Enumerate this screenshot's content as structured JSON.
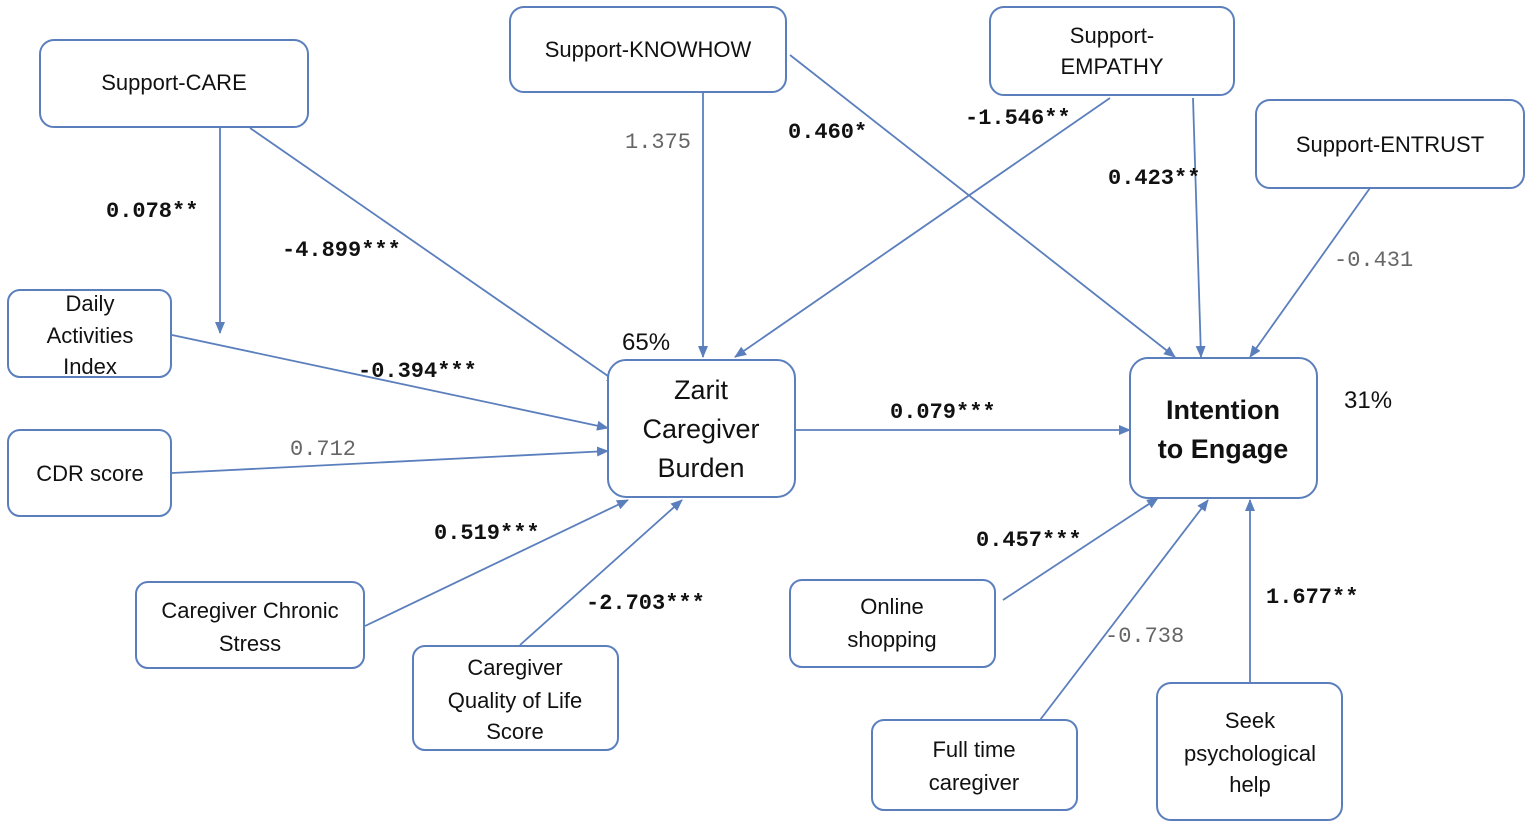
{
  "nodes": {
    "support_care": "Support-CARE",
    "support_knowhow": "Support-KNOWHOW",
    "support_empathy": [
      "Support-",
      "EMPATHY"
    ],
    "support_entrust": "Support-ENTRUST",
    "daily_activities": [
      "Daily",
      "Activities",
      "Index"
    ],
    "cdr_score": "CDR score",
    "chronic_stress": [
      "Caregiver Chronic",
      "Stress"
    ],
    "quality_of_life": [
      "Caregiver",
      "Quality of Life",
      "Score"
    ],
    "zarit": [
      "Zarit",
      "Caregiver",
      "Burden"
    ],
    "intention": [
      "Intention",
      "to Engage"
    ],
    "online_shopping": [
      "Online",
      "shopping"
    ],
    "full_time": [
      "Full time",
      "caregiver"
    ],
    "seek_help": [
      "Seek",
      "psychological",
      "help"
    ]
  },
  "variance_explained": {
    "zarit": "65%",
    "intention": "31%"
  },
  "coefficients": {
    "care_moderation": "0.078**",
    "care_to_zarit": "-4.899***",
    "knowhow_to_zarit": "1.375",
    "knowhow_to_intention": "0.460*",
    "empathy_to_zarit": "-1.546**",
    "empathy_to_intention": "0.423**",
    "entrust_to_intention": "-0.431",
    "daily_to_zarit": "-0.394***",
    "cdr_to_zarit": "0.712",
    "stress_to_zarit": "0.519***",
    "qol_to_zarit": "-2.703***",
    "zarit_to_intention": "0.079***",
    "online_to_intention": "0.457***",
    "fulltime_to_intention": "-0.738",
    "seek_to_intention": "1.677**"
  },
  "colors": {
    "line": "#5b7fbd"
  }
}
